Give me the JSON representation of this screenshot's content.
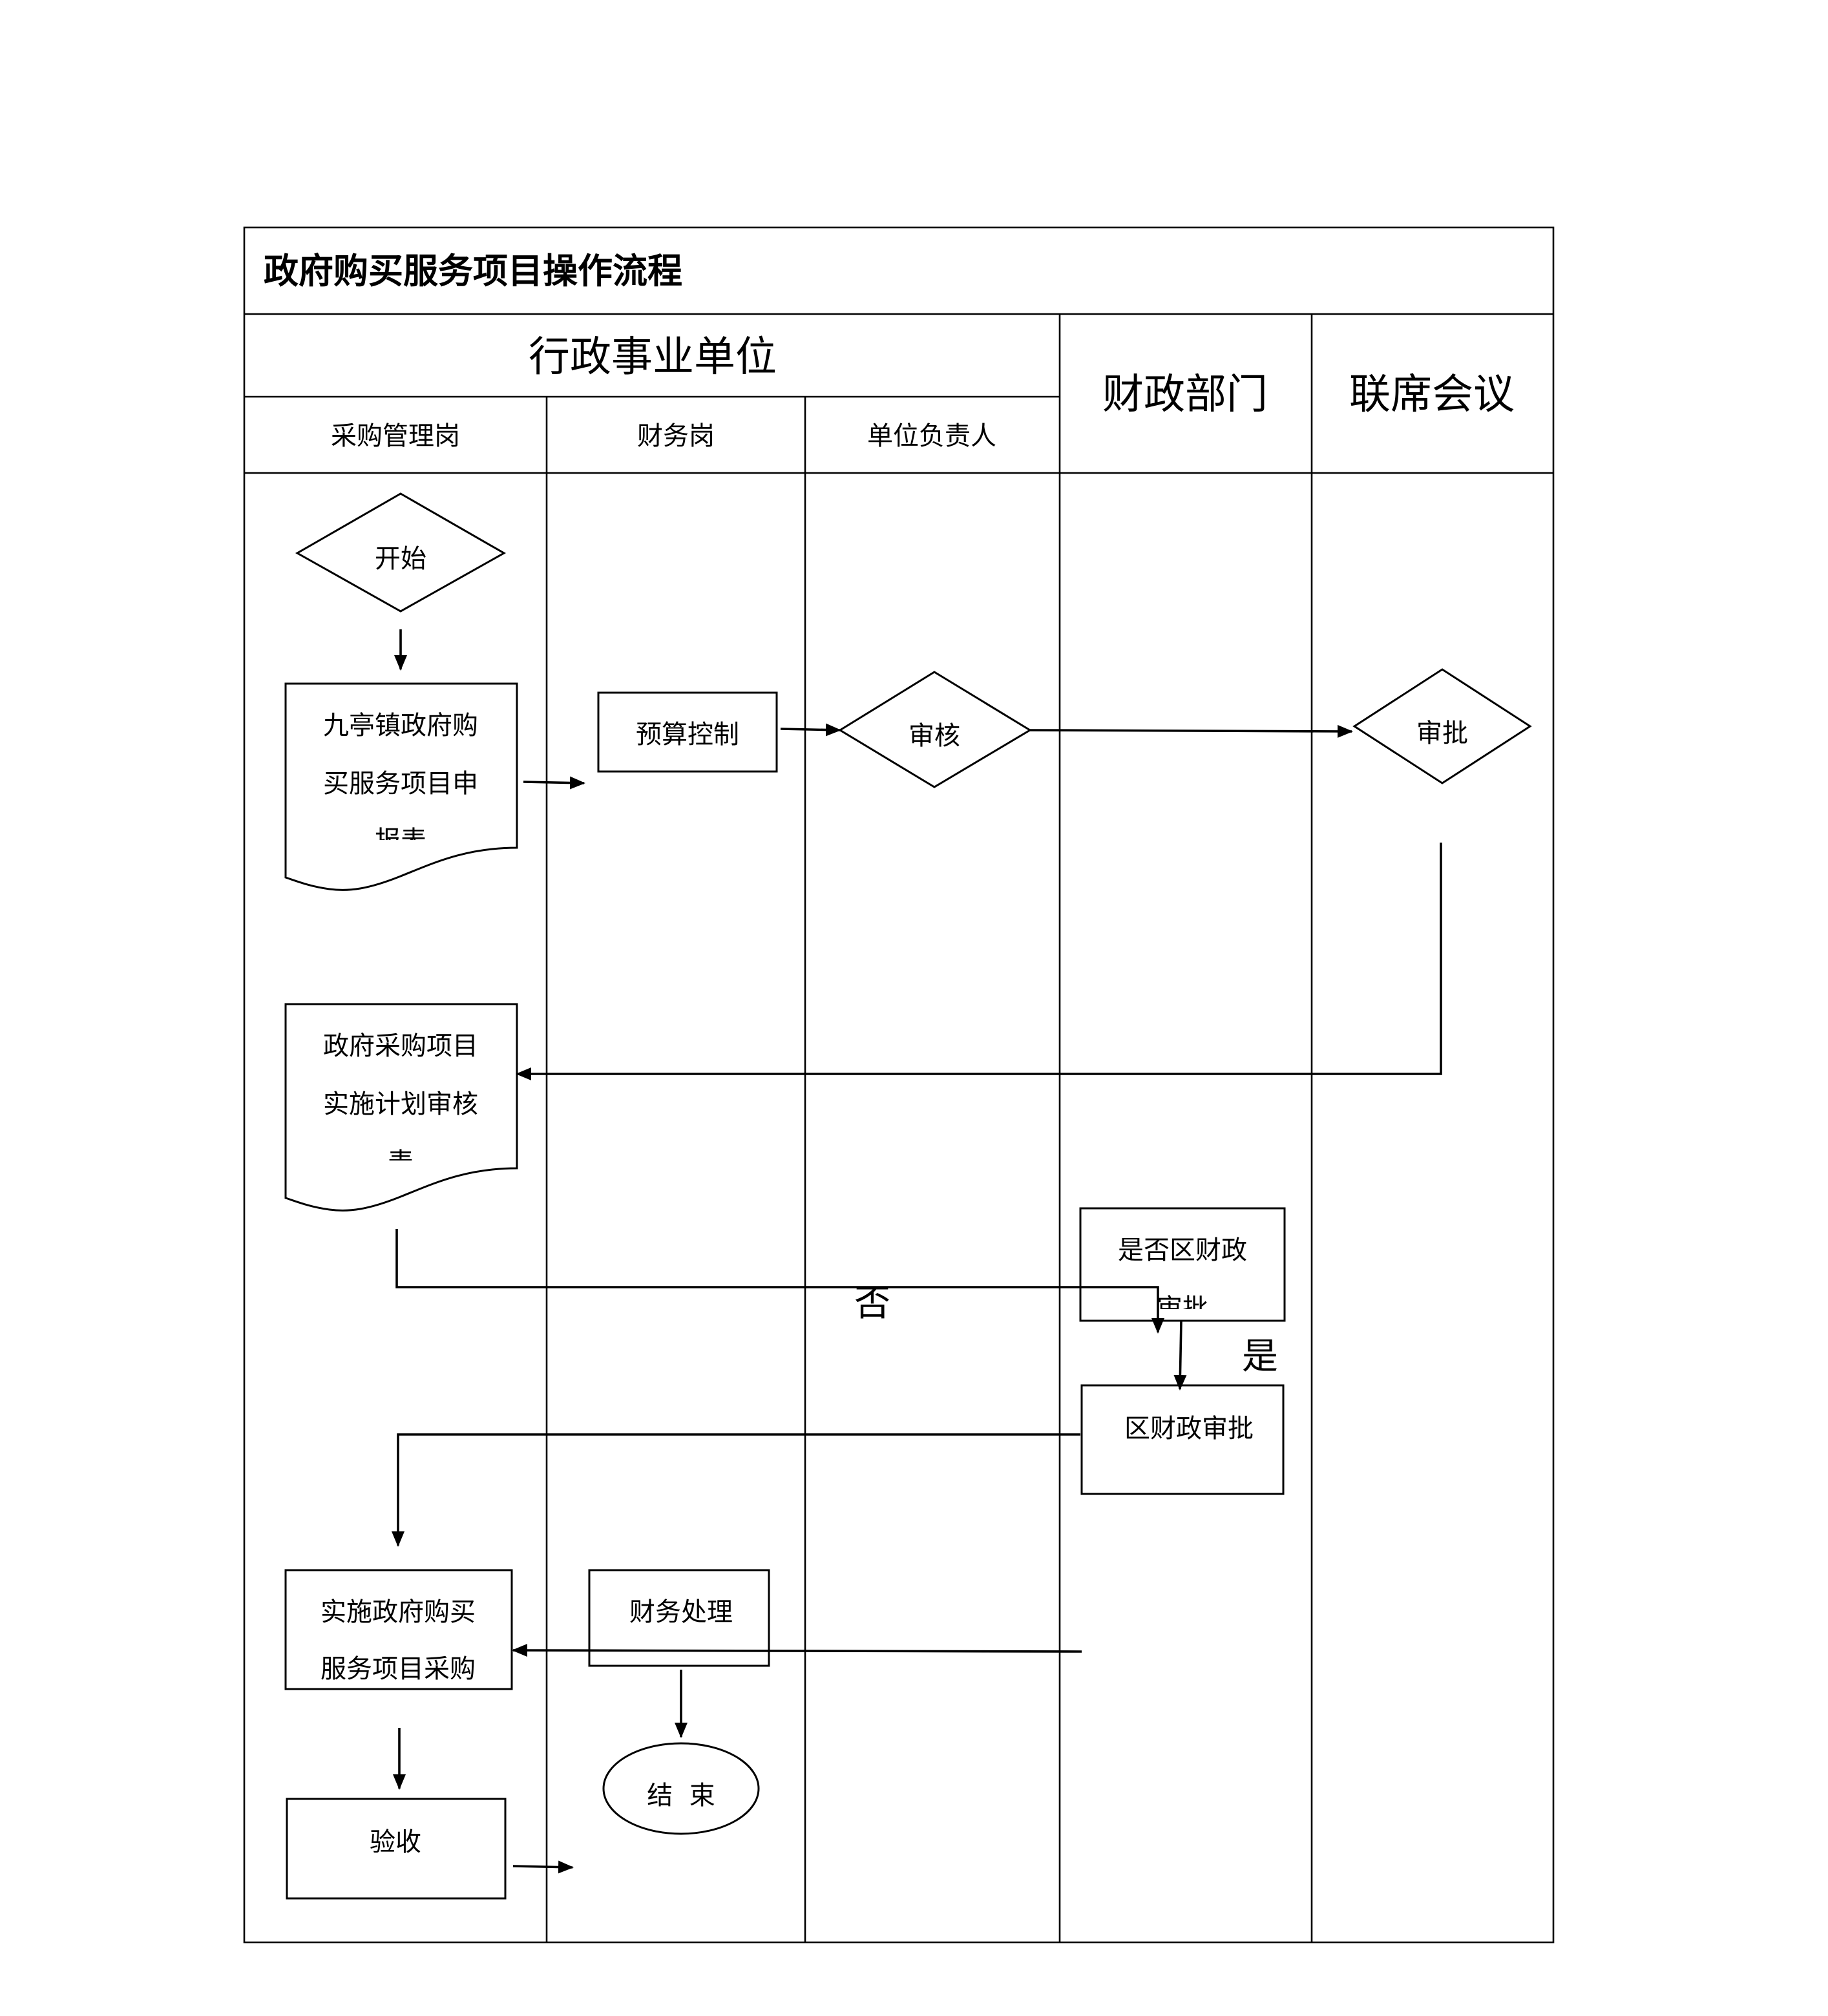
{
  "title": "政府购买服务项目操作流程",
  "header": {
    "group_label": "行政事业单位",
    "sub_columns": [
      "采购管理岗",
      "财务岗",
      "单位负责人"
    ],
    "finance_dept": "财政部门",
    "joint_meeting": "联席会议"
  },
  "nodes": {
    "start": "开始",
    "application_form": [
      "九亭镇政府购",
      "买服务项目申",
      "报表"
    ],
    "budget_control": "预算控制",
    "review": "审核",
    "approve": "审批",
    "implementation_plan": [
      "政府采购项目",
      "实施计划审核",
      "表"
    ],
    "district_check": [
      "是否区财政",
      "审批"
    ],
    "district_approval": "区财政审批",
    "implement_purchase": [
      "实施政府购买",
      "服务项目采购"
    ],
    "finance_processing": "财务处理",
    "acceptance": "验收",
    "end": "结  束"
  },
  "edge_labels": {
    "no": "否",
    "yes": "是"
  },
  "colors": {
    "line": "#000000",
    "background": "#ffffff"
  }
}
